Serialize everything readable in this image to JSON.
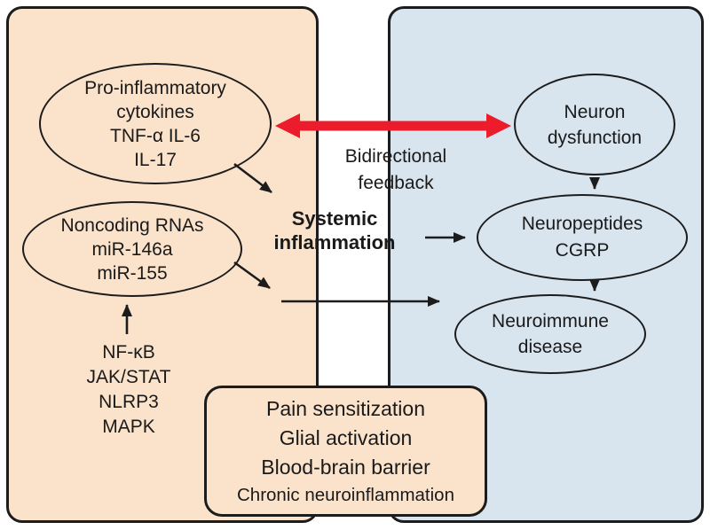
{
  "colors": {
    "left_panel_bg": "#fbe3cb",
    "right_panel_bg": "#d8e4ee",
    "bottom_box_bg": "#fbe3cb",
    "outline": "#1c1c1c",
    "red_arrow": "#ec1c2c",
    "text": "#1a1a1a"
  },
  "left_panel": {
    "cytokines_ellipse": {
      "lines": [
        "Pro-inflammatory",
        "cytokines",
        "TNF-α IL-6",
        "IL-17"
      ]
    },
    "ncrna_ellipse": {
      "lines": [
        "Noncoding RNAs",
        "miR-146a",
        "miR-155"
      ]
    },
    "signaling_list": {
      "lines": [
        "NF-κB",
        "JAK/STAT",
        "NLRP3",
        "MAPK"
      ]
    }
  },
  "center": {
    "bidirectional_label": {
      "lines": [
        "Bidirectional",
        "feedback"
      ]
    },
    "systemic_label": {
      "lines": [
        "Systemic",
        "inflammation"
      ]
    }
  },
  "right_panel": {
    "neuron_ellipse": {
      "lines": [
        "Neuron",
        "dysfunction"
      ]
    },
    "neuropeptides_ellipse": {
      "lines": [
        "Neuropeptides",
        "CGRP"
      ]
    },
    "neuroimmune_ellipse": {
      "lines": [
        "Neuroimmune",
        "disease"
      ]
    }
  },
  "bottom_box": {
    "lines": [
      "Pain sensitization",
      "Glial activation",
      "Blood-brain barrier",
      "Chronic neuroinflammation"
    ]
  }
}
